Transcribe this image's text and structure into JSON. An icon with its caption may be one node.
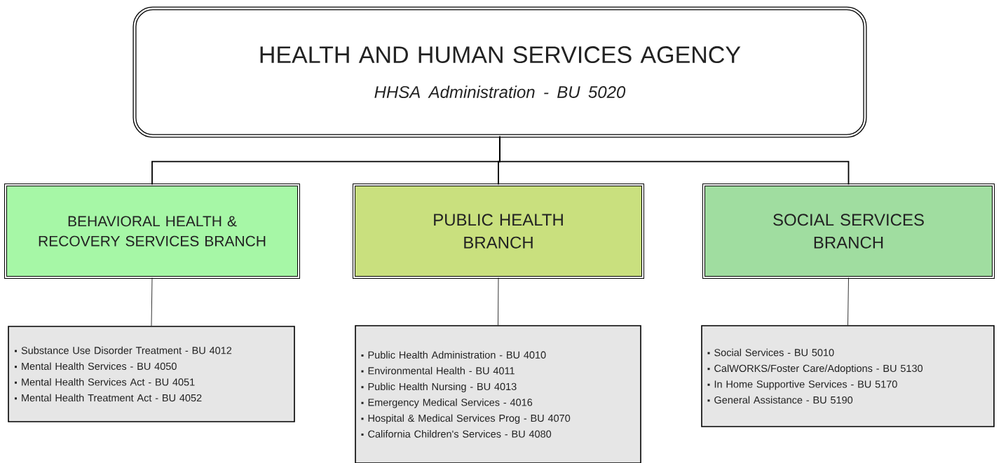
{
  "diagram": {
    "nodes": [
      {
        "text": [
          "HEALTH AND HUMAN SERVICES AGENCY",
          "HHSA Administration - BU 5020"
        ]
      },
      {
        "text": [
          "BEHAVIORAL HEALTH & RECOVERY SERVICES BRANCH"
        ]
      },
      {
        "text": [
          "PUBLIC HEALTH BRANCH"
        ]
      },
      {
        "text": [
          "SOCIAL SERVICES BRANCH"
        ]
      },
      {
        "text": [
          "Substance Use Disorder Treatment - BU 4012",
          "Mental Health Services - BU 4050",
          "Mental Health Services Act - BU 4051",
          "Mental Health Treatment Act - BU 4052"
        ]
      },
      {
        "text": [
          "Public Health Administration - BU 4010",
          "Environmental Health - BU 4011",
          "Public Health Nursing - BU 4013",
          "Emergency Medical Services - 4016",
          "Hospital & Medical Services Prog - BU 4070",
          "California Children's Services - BU 4080"
        ]
      },
      {
        "text": [
          "Social Services - BU 5010",
          "CalWORKS/Foster Care/Adoptions - BU 5130",
          "In Home Supportive Services - BU 5170",
          "General Assistance - BU 5190"
        ]
      }
    ],
    "edges": [
      {
        "from": 0,
        "to": 1,
        "arrow": "none"
      },
      {
        "from": 0,
        "to": 2,
        "arrow": "none"
      },
      {
        "from": 0,
        "to": 3,
        "arrow": "none"
      },
      {
        "from": 1,
        "to": 4,
        "arrow": "none"
      },
      {
        "from": 2,
        "to": 5,
        "arrow": "none"
      },
      {
        "from": 3,
        "to": 6,
        "arrow": "none"
      }
    ]
  }
}
